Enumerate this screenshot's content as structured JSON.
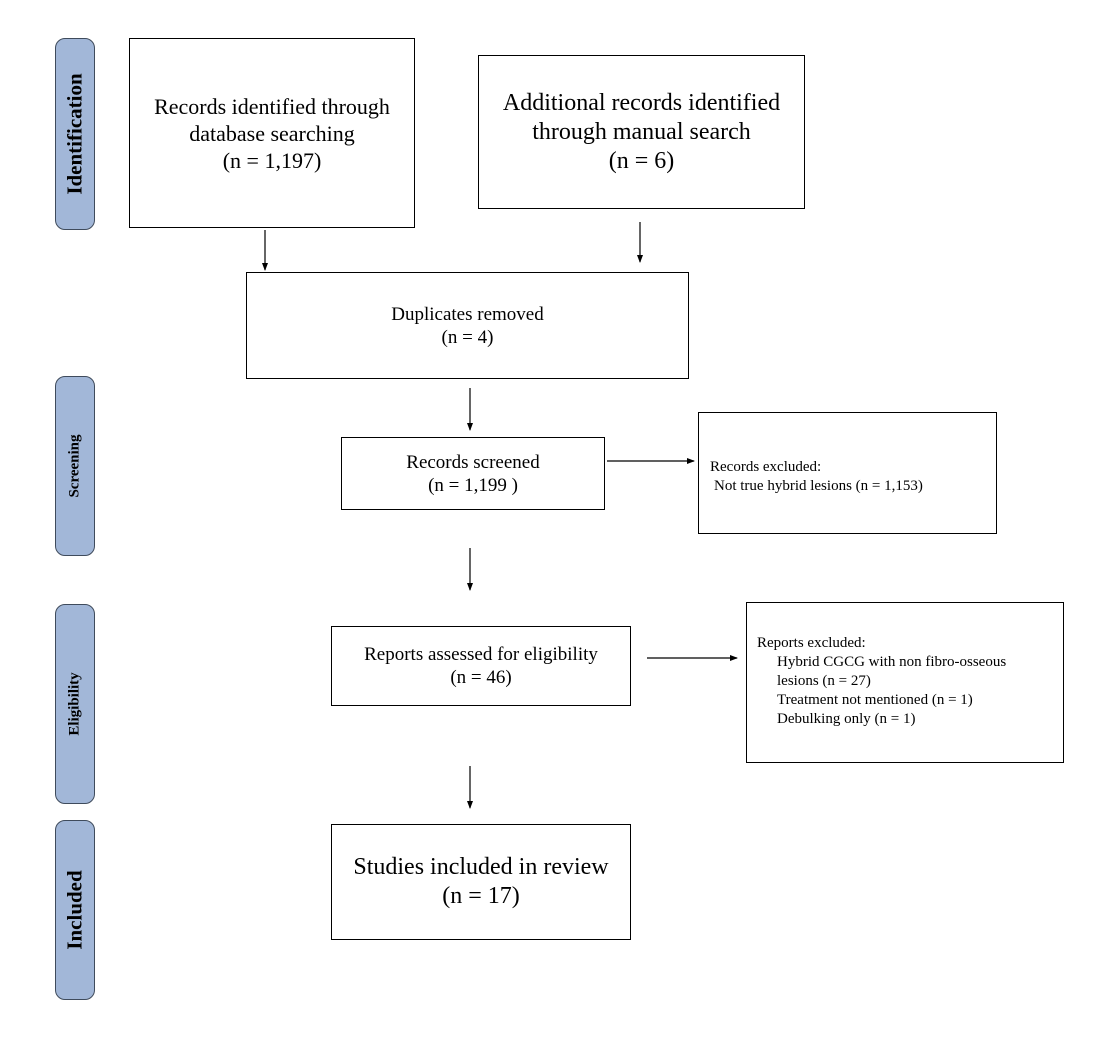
{
  "stages": {
    "identification": "Identification",
    "screening": "Screening",
    "eligibility": "Eligibility",
    "included": "Included"
  },
  "boxes": {
    "database_search": {
      "line1": "Records identified through",
      "line2": "database searching",
      "count": "(n = 1,197)"
    },
    "manual_search": {
      "line1": "Additional records identified",
      "line2": "through manual search",
      "count": "(n = 6)"
    },
    "duplicates": {
      "label": "Duplicates removed",
      "count": "(n = 4)"
    },
    "screened": {
      "label": "Records screened",
      "count": "(n = 1,199 )"
    },
    "records_excluded": {
      "title": "Records excluded:",
      "reason": "Not true hybrid lesions (n = 1,153)"
    },
    "assessed": {
      "label": "Reports assessed for eligibility",
      "count": "(n = 46)"
    },
    "reports_excluded": {
      "title": "Reports excluded:",
      "reason1_line1": "Hybrid CGCG with non fibro-osseous",
      "reason1_line2": "lesions (n = 27)",
      "reason2": "Treatment not mentioned (n = 1)",
      "reason3": "Debulking only (n = 1)"
    },
    "included": {
      "label": "Studies included in review",
      "count": "(n = 17)"
    }
  }
}
